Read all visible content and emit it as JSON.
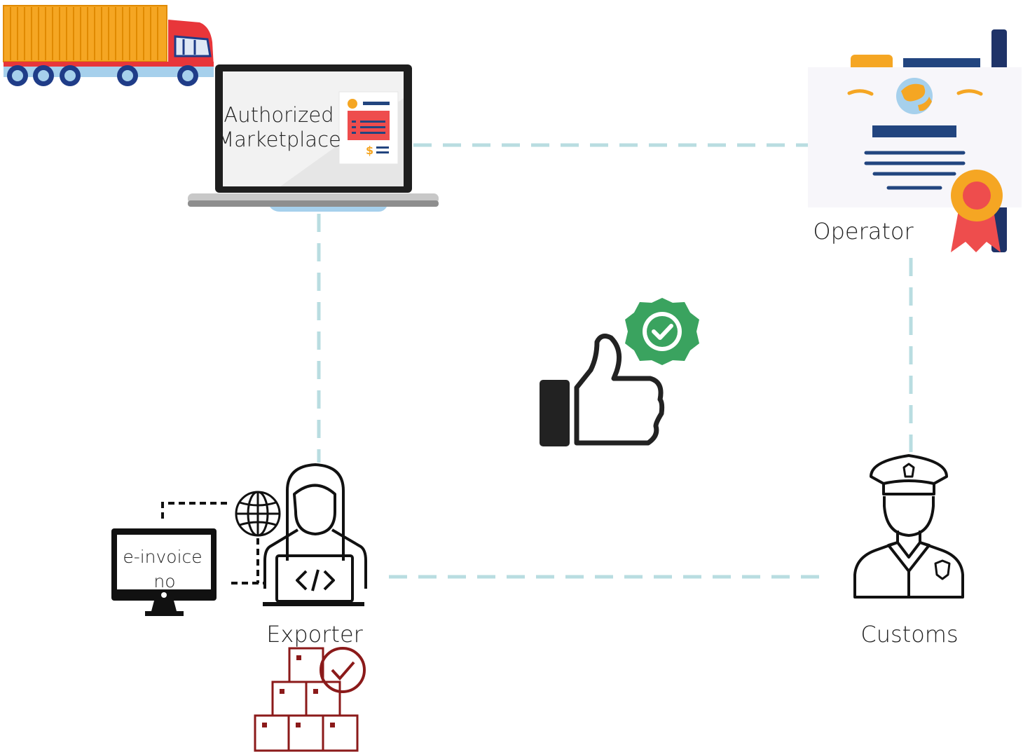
{
  "nodes": {
    "marketplace": {
      "line1": "Authorized",
      "line2": "Marketplace"
    },
    "operator": {
      "label": "Operator"
    },
    "exporter": {
      "label": "Exporter"
    },
    "customs": {
      "label": "Customs"
    },
    "einvoice": {
      "line1": "e-invoice",
      "line2": "no"
    }
  },
  "icons": [
    "truck-icon",
    "laptop-icon",
    "certificate-icon",
    "thumbs-up-icon",
    "verified-badge-icon",
    "exporter-developer-icon",
    "globe-icon",
    "monitor-icon",
    "customs-officer-icon",
    "boxes-checked-icon"
  ],
  "colors": {
    "connector": "#b9dde1",
    "truck_container": "#f5a623",
    "truck_cab": "#e8363a",
    "badge_green": "#3aa35f",
    "boxes": "#8b1a1a",
    "certificate_navy": "#22457f",
    "seal_orange": "#f7941d",
    "seal_red": "#ee4d4d"
  }
}
